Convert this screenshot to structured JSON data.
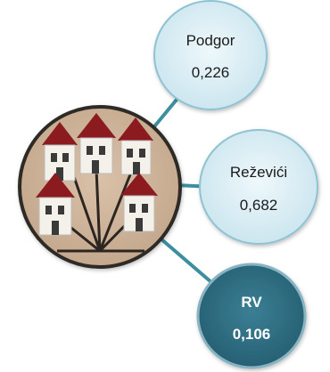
{
  "nodes": [
    {
      "name": "Podgor",
      "value": "0,226"
    },
    {
      "name": "Reževići",
      "value": "0,682"
    },
    {
      "name": "RV",
      "value": "0,106"
    }
  ],
  "colors": {
    "hub_fill": "#cfb49a",
    "hub_border": "#2f2a26",
    "roof": "#8c1b1f",
    "house_wall": "#f4f1ea",
    "line": "#3d8fa0",
    "light_bubble": "#d9eef5",
    "light_bubble_border": "#8fc3d3",
    "dark_bubble": "#2f6f84",
    "dark_bubble_border": "#88b3c2"
  },
  "hub_icon": "village-houses-icon"
}
